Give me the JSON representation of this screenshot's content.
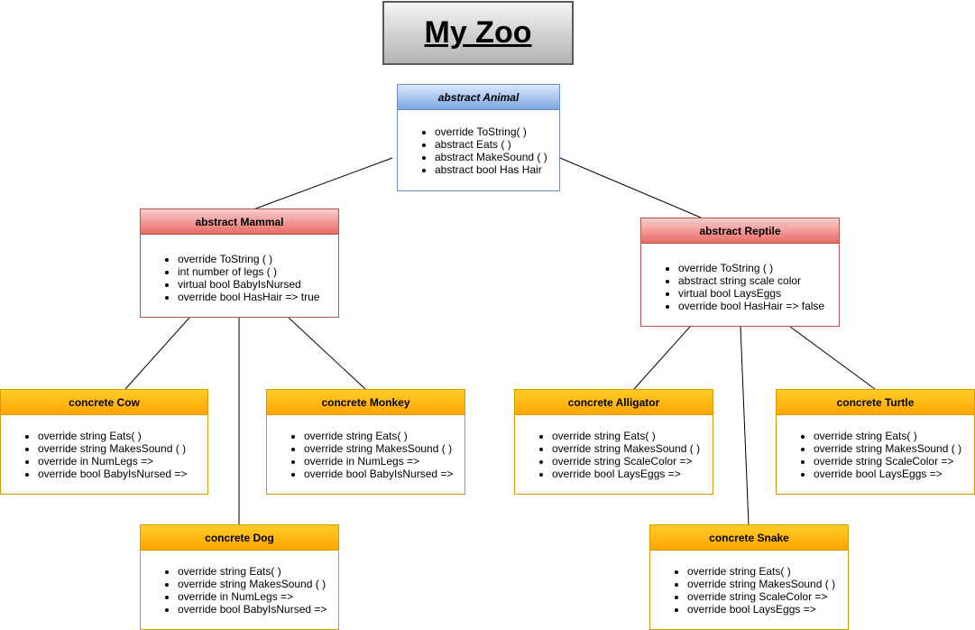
{
  "title": "My Zoo",
  "classes": {
    "animal": {
      "name": "abstract Animal",
      "members": [
        "override ToString( )",
        "abstract Eats ( )",
        "abstract MakeSound ( )",
        "abstract bool Has Hair"
      ]
    },
    "mammal": {
      "name": "abstract Mammal",
      "members": [
        "override ToString ( )",
        "int number of legs ( )",
        "virtual bool BabyIsNursed",
        "override bool HasHair => true"
      ]
    },
    "reptile": {
      "name": "abstract Reptile",
      "members": [
        "override ToString ( )",
        "abstract string scale color",
        "virtual bool LaysEggs",
        "override bool HasHair => false"
      ]
    },
    "cow": {
      "name": "concrete Cow",
      "members": [
        "override string Eats( )",
        "override string MakesSound ( )",
        "override in NumLegs =>",
        "override bool BabyIsNursed =>"
      ]
    },
    "monkey": {
      "name": "concrete Monkey",
      "members": [
        "override string Eats( )",
        "override string MakesSound ( )",
        "override in NumLegs =>",
        "override bool BabyIsNursed =>"
      ]
    },
    "dog": {
      "name": "concrete Dog",
      "members": [
        "override string Eats( )",
        "override string MakesSound ( )",
        "override in NumLegs =>",
        "override bool BabyIsNursed =>"
      ]
    },
    "alligator": {
      "name": "concrete Alligator",
      "members": [
        "override string Eats( )",
        "override string MakesSound ( )",
        "override string ScaleColor =>",
        "override bool LaysEggs =>"
      ]
    },
    "turtle": {
      "name": "concrete Turtle",
      "members": [
        "override string Eats( )",
        "override string MakesSound ( )",
        "override string ScaleColor =>",
        "override bool LaysEggs =>"
      ]
    },
    "snake": {
      "name": "concrete Snake",
      "members": [
        "override string Eats( )",
        "override string MakesSound ( )",
        "override string ScaleColor =>",
        "override bool LaysEggs =>"
      ]
    }
  },
  "colors": {
    "abstract_base_border": "#6c8ebf",
    "abstract_mid_border": "#b85450",
    "concrete_border": "#d79b00",
    "connector": "#000000"
  }
}
